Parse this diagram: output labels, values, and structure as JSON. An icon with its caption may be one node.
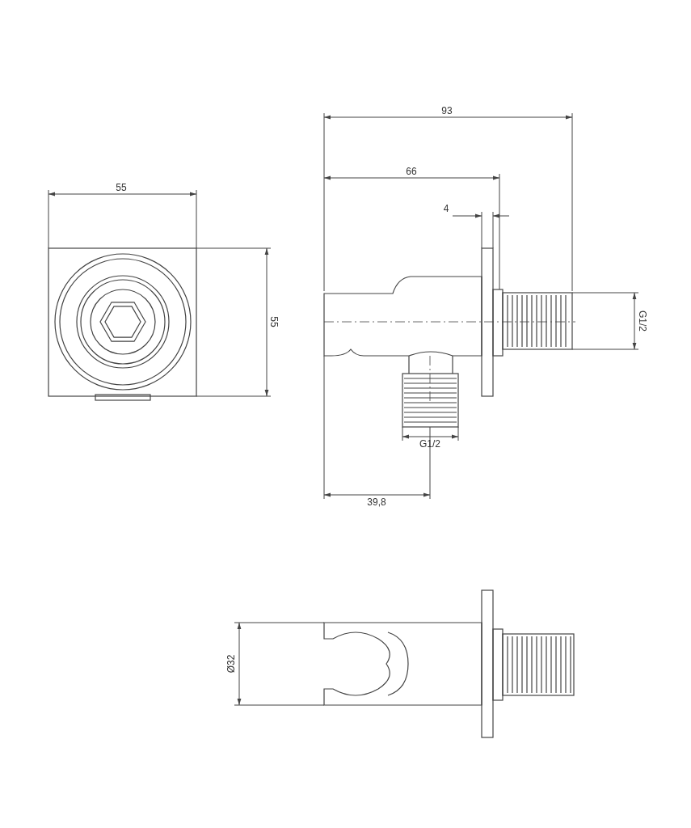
{
  "diagram": {
    "labels": [
      "93",
      "66",
      "55",
      "4",
      "55",
      "G1/2",
      "G1/2",
      "39,8",
      "Ø32"
    ]
  }
}
